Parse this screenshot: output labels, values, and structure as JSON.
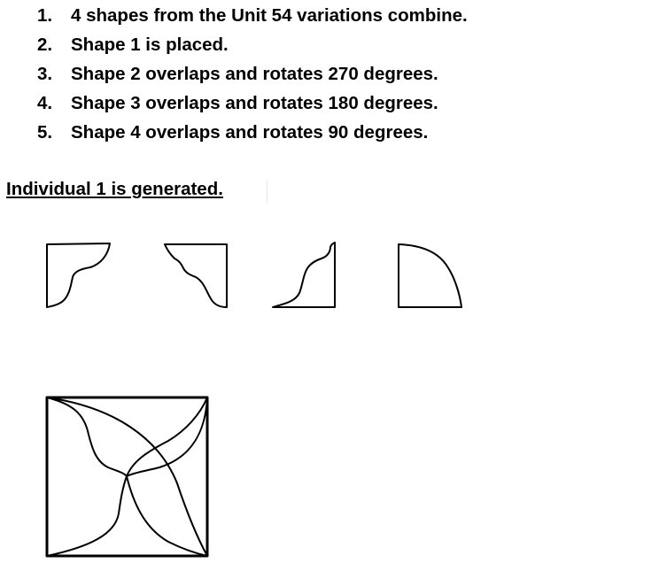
{
  "steps": [
    {
      "number": "1.",
      "text": "4 shapes from the Unit 54 variations combine."
    },
    {
      "number": "2.",
      "text": "Shape 1 is placed."
    },
    {
      "number": "3.",
      "text": "Shape 2 overlaps and rotates 270 degrees."
    },
    {
      "number": "4.",
      "text": "Shape 3 overlaps and rotates 180 degrees."
    },
    {
      "number": "5.",
      "text": "Shape 4 overlaps and rotates 90 degrees."
    }
  ],
  "heading": "Individual 1 is generated.",
  "colors": {
    "stroke": "#000000",
    "background": "#ffffff"
  }
}
